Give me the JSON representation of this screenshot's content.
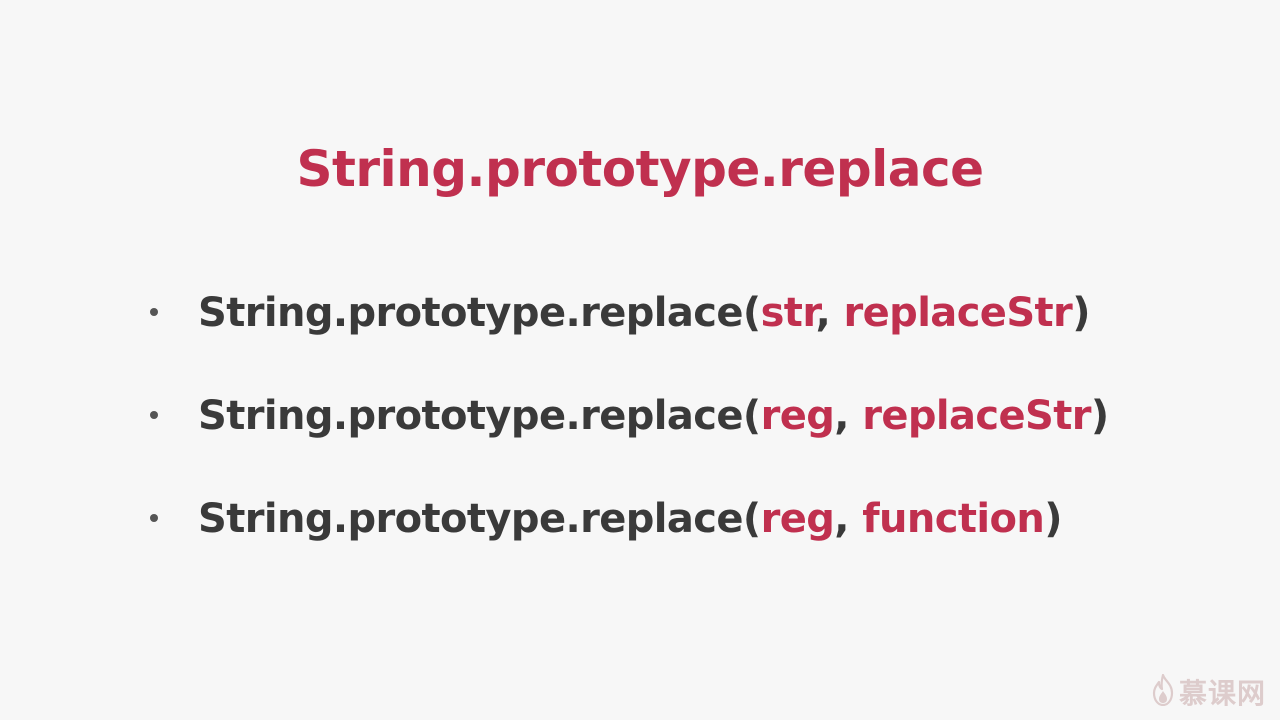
{
  "slide": {
    "title": "String.prototype.replace",
    "bullets": [
      {
        "prefix": "String.prototype.replace(",
        "arg1": "str",
        "sep": ", ",
        "arg2": "replaceStr",
        "suffix": ")"
      },
      {
        "prefix": "String.prototype.replace(",
        "arg1": "reg",
        "sep": ", ",
        "arg2": "replaceStr",
        "suffix": ")"
      },
      {
        "prefix": "String.prototype.replace(",
        "arg1": "reg",
        "sep": ", ",
        "arg2": "function",
        "suffix": ")"
      }
    ]
  },
  "watermark": {
    "text": "慕课网",
    "icon": "flame-logo-icon"
  },
  "colors": {
    "accent": "#c0304f",
    "body_text": "#3a3a3a",
    "background": "#f7f7f7",
    "watermark": "#c9a9a9"
  }
}
